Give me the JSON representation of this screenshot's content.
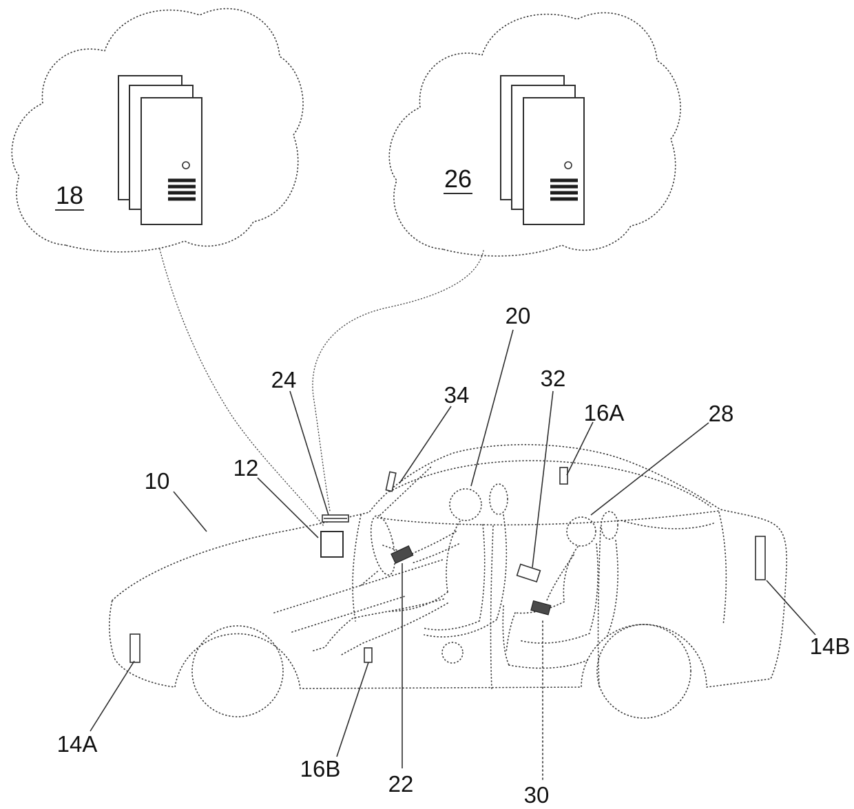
{
  "figure": {
    "refs": {
      "r10": "10",
      "r12": "12",
      "r14a": "14A",
      "r14b": "14B",
      "r16a": "16A",
      "r16b": "16B",
      "r18": "18",
      "r20": "20",
      "r22": "22",
      "r24": "24",
      "r26": "26",
      "r28": "28",
      "r30": "30",
      "r32": "32",
      "r34": "34"
    },
    "colors": {
      "line": "#3d3d3d",
      "label": "#111111",
      "component_fill": "#ffffff",
      "device_fill": "#4a4a4a"
    }
  }
}
